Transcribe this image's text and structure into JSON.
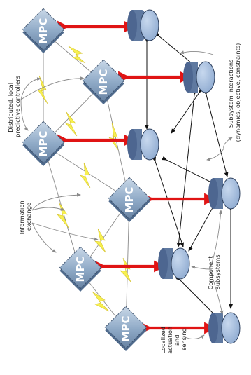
{
  "controller_label": "MPC",
  "annotations": {
    "controllers": [
      "Distributed, local",
      "predictive controllers"
    ],
    "information": [
      "Information",
      "exchange"
    ],
    "actuation": [
      "Localized",
      "actuation",
      "and",
      "sensing"
    ],
    "components": [
      "Component",
      "subsystems"
    ],
    "interactions": [
      "Subsystem interactions",
      "(dynamics, objective, constraints)"
    ]
  },
  "colors": {
    "chip_body": "#8aa6c3",
    "chip_top": "#c3d3e4",
    "disk_fill": "#9db8da",
    "actuation_arrow": "#e01414",
    "info_bolt": "#f7f050"
  }
}
